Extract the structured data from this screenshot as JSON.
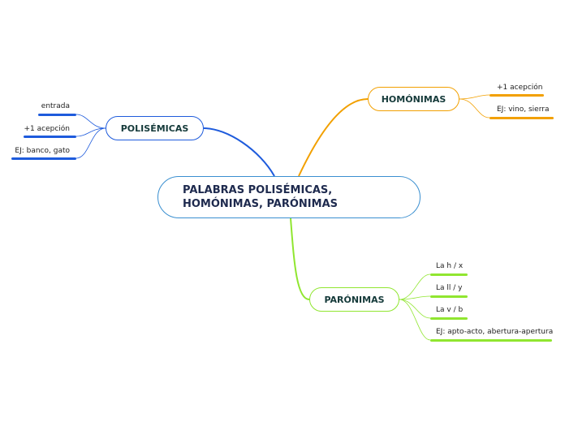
{
  "central": {
    "line1": "PALABRAS POLISÉMICAS,",
    "line2": "HOMÓNIMAS, PARÓNIMAS"
  },
  "branches": {
    "polisemicas": {
      "label": "POLISÉMICAS",
      "color": "#1e5bdc",
      "items": [
        "entrada",
        "+1 acepción",
        "EJ: banco, gato"
      ]
    },
    "homonimas": {
      "label": "HOMÓNIMAS",
      "color": "#f2a000",
      "items": [
        "+1 acepción",
        "EJ: vino, sierra"
      ]
    },
    "paronimas": {
      "label": "PARÓNIMAS",
      "color": "#90e630",
      "items": [
        "La h / x",
        "La ll / y",
        "La v / b",
        "EJ: apto-acto, abertura-apertura"
      ]
    }
  },
  "central_border_color": "#3a8fd0"
}
